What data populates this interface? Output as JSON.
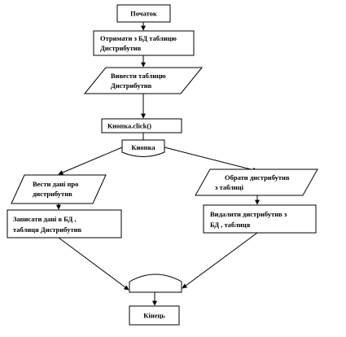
{
  "blocks": {
    "start": "Початок",
    "get_table": [
      "Отримати з БД таблицю",
      "Дистрибутив"
    ],
    "show_table": [
      "Вивести таблицю",
      "Дистрибутив"
    ],
    "button_click": "Кнопка.click()",
    "decision": "Кнопка",
    "enter_data": [
      "Вести дані про",
      "дистрибутив"
    ],
    "save_data": [
      "Записати дані в БД ,",
      "таблиця Дистрибутив"
    ],
    "select_dist": [
      "Обрати дистрибутив",
      "з таблиці"
    ],
    "delete_dist": [
      "Видалити дистрибутив з",
      "БД , таблиця"
    ],
    "end": "Кінець"
  }
}
